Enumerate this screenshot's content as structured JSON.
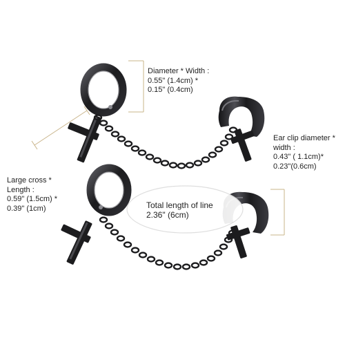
{
  "product_photo": {
    "subject": "black stainless steel huggie hoop earrings with chain-linked cross pendants and ear cuffs"
  },
  "annotations": {
    "hoop": {
      "title": "Diameter * Width :",
      "line1": "0.55\" (1.4cm) *",
      "line2": "0.15\" (0.4cm)"
    },
    "ear_clip": {
      "title": "Ear clip diameter *",
      "line1": "width :",
      "line2": "0.43\" ( 1.1cm)*",
      "line3": "0.23\"(0.6cm)"
    },
    "cross": {
      "title": "Large cross *",
      "line1": "Length :",
      "line2": "0.59\" (1.5cm) *",
      "line3": "0.39\" (1cm)"
    },
    "chain": {
      "title": "Total length of line",
      "line1": "2.36\" (6cm)"
    }
  },
  "colors": {
    "metal": "#1c1c1e",
    "metal_highlight": "#6b6b70",
    "dimension_line": "#c9b48a",
    "text": "#222222"
  }
}
